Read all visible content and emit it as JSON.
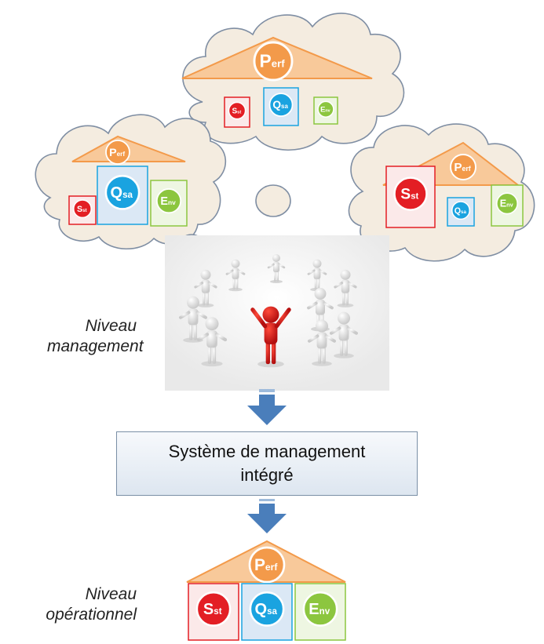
{
  "colors": {
    "perf": "#f39a4a",
    "perf_roof": "#f8c99a",
    "sst": "#e31e24",
    "qsa": "#1aa3e0",
    "env": "#8cc63f",
    "cloud_fill": "#f4ece0",
    "arrow": "#4a7ebb",
    "figure_red": "#d71a1a"
  },
  "icons": {
    "perf": {
      "main": "P",
      "sub": "erf"
    },
    "sst": {
      "main": "S",
      "sub": "st"
    },
    "qsa": {
      "main": "Q",
      "sub": "sa"
    },
    "env": {
      "main": "E",
      "sub": "nv"
    }
  },
  "labels": {
    "management_line1": "Niveau",
    "management_line2": "management",
    "operational_line1": "Niveau",
    "operational_line2": "opérationnel"
  },
  "system_box": {
    "line1": "Système de management",
    "line2": "intégré"
  }
}
